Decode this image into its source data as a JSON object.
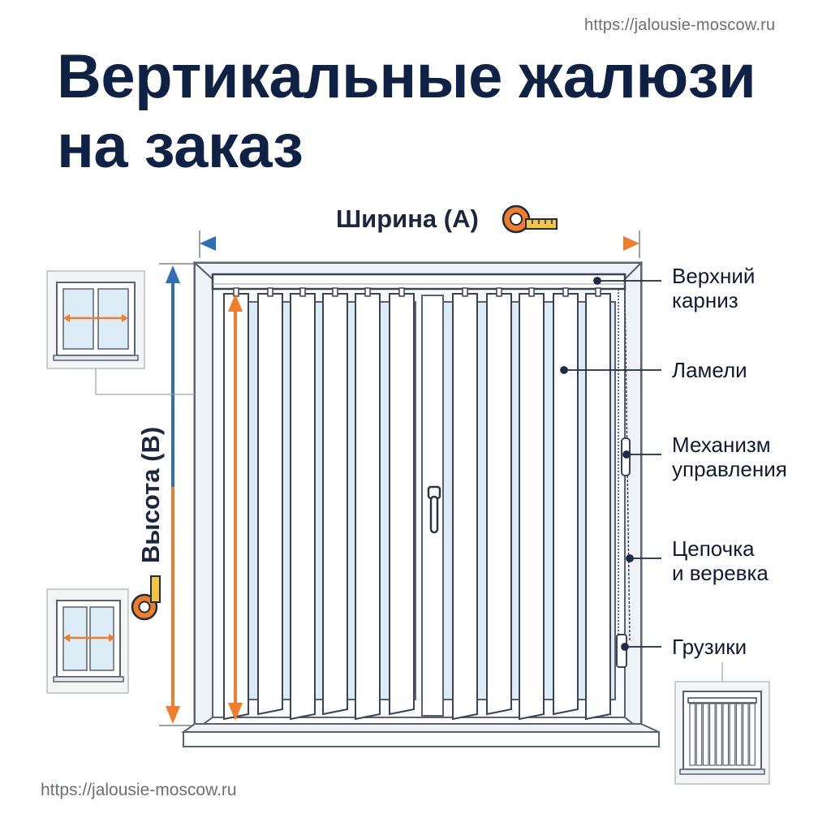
{
  "site_url_top": "https://jalousie-moscow.ru",
  "site_url_bottom": "https://jalousie-moscow.ru",
  "title": {
    "line1": "Вертикальные жалюзи",
    "line2": "на заказ"
  },
  "dimensions": {
    "width_label": "Ширина (A)",
    "height_label": "Высота (B)"
  },
  "parts": {
    "top_cornice": {
      "line1": "Верхний",
      "line2": "карниз"
    },
    "slats": {
      "line1": "Ламели"
    },
    "control_mechanism": {
      "line1": "Механизм",
      "line2": "управления"
    },
    "chain_cord": {
      "line1": "Цепочка",
      "line2": "и веревка"
    },
    "weights": {
      "line1": "Грузики"
    }
  },
  "colors": {
    "title": "#0f2246",
    "width_arrow_start": "#2f6db4",
    "width_arrow_end": "#ef7d2a",
    "height_arrow_outer": "#2f6db4",
    "height_arrow_inner": "#ef7d2a",
    "frame": "#5a6272",
    "glass": "#dcecf7"
  },
  "icons": [
    "tape-measure-icon",
    "window-thumbnail-icon",
    "blinds-thumbnail-icon"
  ]
}
